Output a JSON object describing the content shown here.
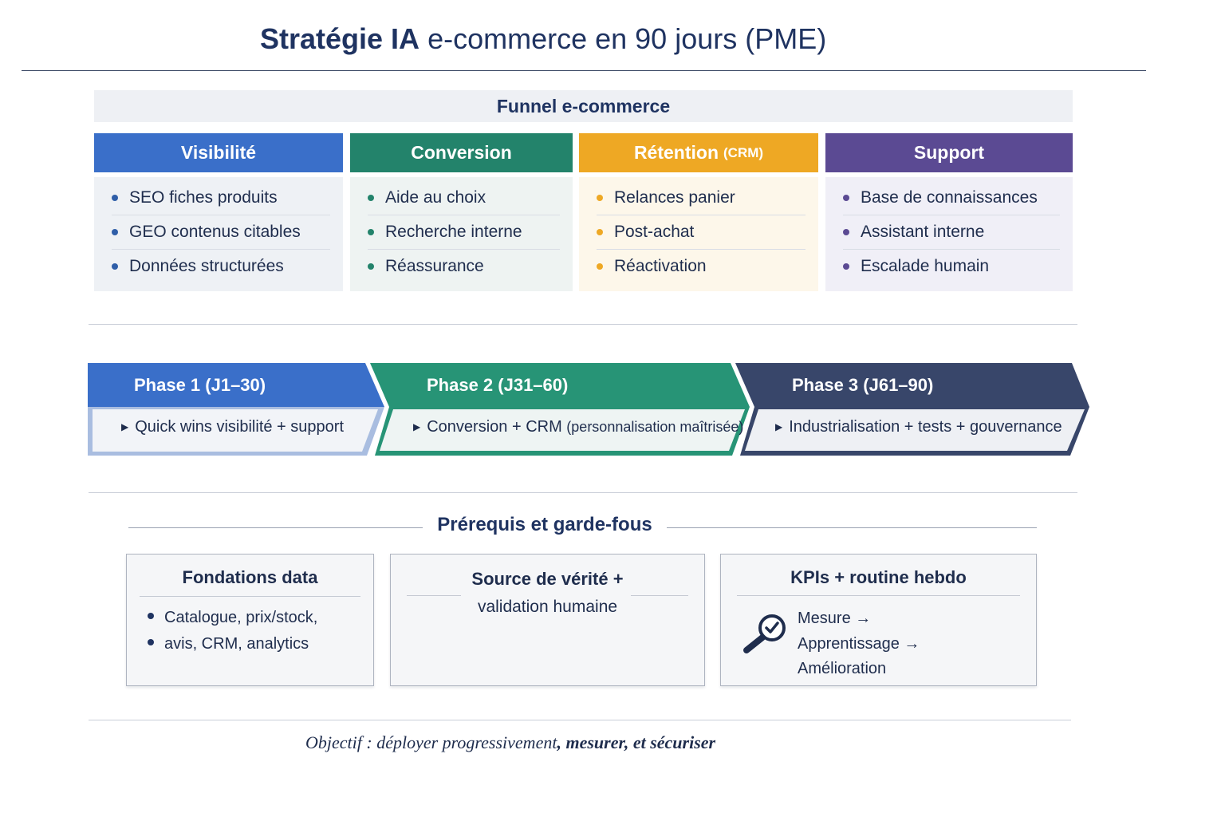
{
  "title": {
    "bold": "Stratégie IA",
    "rest": " e-commerce en 90 jours (PME)"
  },
  "funnel": {
    "label": "Funnel e-commerce",
    "columns": [
      {
        "title": "Visibilité",
        "suffix": "",
        "color": "#3a6fc9",
        "bg": "#eef1f5",
        "dot": "#2f5ea8",
        "items": [
          "SEO fiches produits",
          "GEO contenus citables",
          "Données structurées"
        ]
      },
      {
        "title": "Conversion",
        "suffix": "",
        "color": "#23836b",
        "bg": "#eef3f2",
        "dot": "#23836b",
        "items": [
          "Aide au choix",
          "Recherche interne",
          "Réassurance"
        ]
      },
      {
        "title": "Rétention",
        "suffix": "(CRM)",
        "color": "#eea824",
        "bg": "#fdf7ea",
        "dot": "#eea824",
        "items": [
          "Relances panier",
          "Post-achat",
          "Réactivation"
        ]
      },
      {
        "title": "Support",
        "suffix": "",
        "color": "#5b4a93",
        "bg": "#f0eff7",
        "dot": "#5b4a93",
        "items": [
          "Base de connaissances",
          "Assistant interne",
          "Escalade humain"
        ]
      }
    ]
  },
  "phases": [
    {
      "title": "Phase 1  (J1–30)",
      "text": "Quick wins visibilité + support",
      "note": "",
      "color": "#3a6fc9"
    },
    {
      "title": "Phase 2  (J31–60)",
      "text": "Conversion + CRM ",
      "note": "(personnalisation maîtrisée)",
      "color": "#279476"
    },
    {
      "title": "Phase 3  (J61–90)",
      "text": "Industrialisation + tests + gouvernance",
      "note": "",
      "color": "#38466a"
    }
  ],
  "prereq": {
    "label": "Prérequis et garde-fous",
    "cards": [
      {
        "title": "Fondations data",
        "lines": [
          "Catalogue, prix/stock,",
          "avis, CRM, analytics"
        ]
      },
      {
        "title_line1": "Source de vérité +",
        "title_line2": "validation humaine"
      },
      {
        "title": "KPIs + routine hebdo",
        "icon": "magnifier-check-icon",
        "lines": [
          "Mesure →",
          "Apprentissage →",
          "Amélioration"
        ]
      }
    ]
  },
  "objective": {
    "lead": "Objectif : déployer progressivement",
    "comma1": ", ",
    "b1": "mesurer",
    "comma2": ", ",
    "b2": "et sécuriser"
  }
}
